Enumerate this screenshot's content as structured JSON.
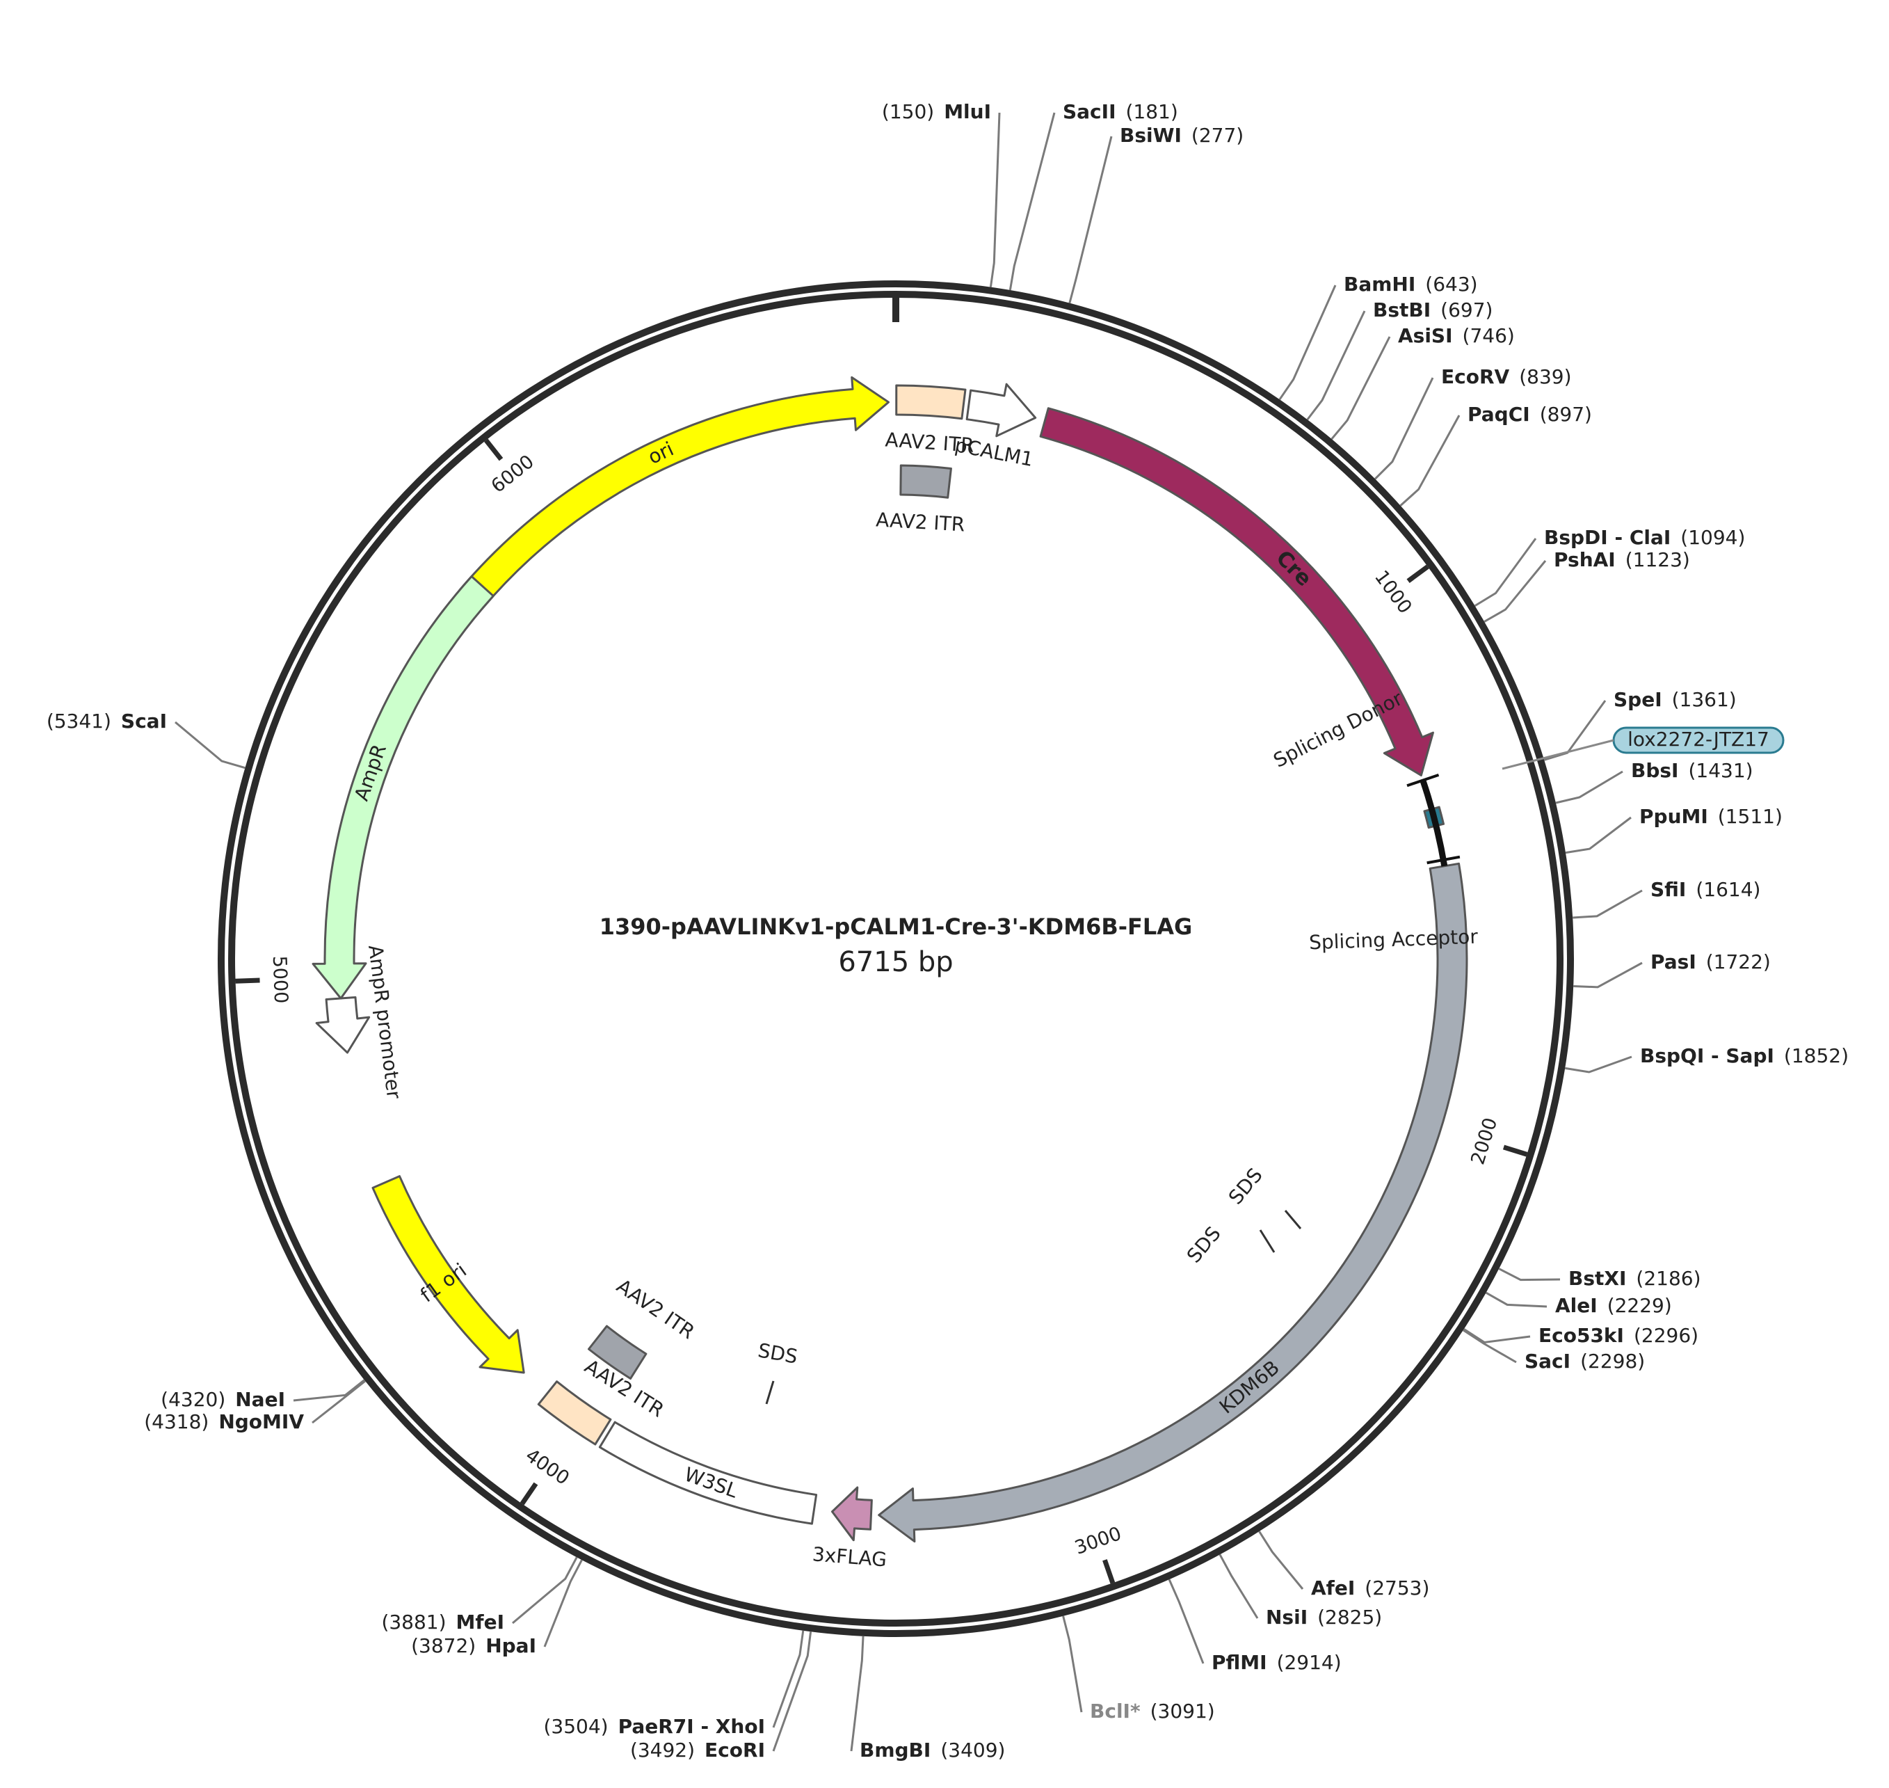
{
  "plasmid": {
    "name": "1390-pAAVLINKv1-pCALM1-Cre-3'-KDM6B-FLAG",
    "length_label": "6715 bp",
    "length_bp": 6715
  },
  "ticks": [
    {
      "bp": 1000,
      "label": "1000"
    },
    {
      "bp": 2000,
      "label": "2000"
    },
    {
      "bp": 3000,
      "label": "3000"
    },
    {
      "bp": 4000,
      "label": "4000"
    },
    {
      "bp": 5000,
      "label": "5000"
    },
    {
      "bp": 6000,
      "label": "6000"
    }
  ],
  "features": [
    {
      "id": "ori",
      "label": "ori",
      "start": 5786,
      "end": 6701,
      "direction": 1,
      "color": "#ffff00",
      "type": "arrow"
    },
    {
      "id": "aav2-itr-1",
      "label": "AAV2 ITR",
      "start": 1,
      "end": 130,
      "direction": 0,
      "color": "#ffe4c4",
      "type": "box"
    },
    {
      "id": "pcalm1",
      "label": "pCALM1",
      "start": 140,
      "end": 270,
      "direction": 1,
      "color": "#ffffff",
      "type": "arrow"
    },
    {
      "id": "aav2-itr-2",
      "label": "AAV2 ITR",
      "start": 11,
      "end": 120,
      "direction": 0,
      "color": "#a0a4ab",
      "type": "box"
    },
    {
      "id": "cre",
      "label": "Cre",
      "start": 289,
      "end": 1320,
      "direction": 1,
      "color": "#9e2a5e",
      "type": "arrow"
    },
    {
      "id": "lox2272",
      "label": "lox2272-JTZ17",
      "start": 1388,
      "end": 1421,
      "direction": 0,
      "color": "#2a7b90",
      "type": "box"
    },
    {
      "id": "kdm6b",
      "label": "KDM6B",
      "start": 1500,
      "end": 3390,
      "direction": 1,
      "color": "#a6adb6",
      "type": "arrow"
    },
    {
      "id": "3xflag",
      "label": "3xFLAG",
      "start": 3405,
      "end": 3480,
      "direction": 1,
      "color": "#c98fb3",
      "type": "arrow"
    },
    {
      "id": "w3sl",
      "label": "W3SL",
      "start": 3515,
      "end": 3940,
      "direction": 0,
      "color": "#ffffff",
      "type": "box"
    },
    {
      "id": "aav2-itr-3",
      "label": "AAV2 ITR",
      "start": 3950,
      "end": 4080,
      "direction": 0,
      "color": "#ffe4c4",
      "type": "box"
    },
    {
      "id": "aav2-itr-4",
      "label": "AAV2 ITR",
      "start": 3960,
      "end": 4070,
      "direction": 0,
      "color": "#a0a4ab",
      "type": "box"
    },
    {
      "id": "f1-ori",
      "label": "f1 ori",
      "start": 4140,
      "end": 4595,
      "direction": -1,
      "color": "#ffff00",
      "type": "arrow"
    },
    {
      "id": "ampr-promoter",
      "label": "AmpR promoter",
      "start": 4855,
      "end": 4960,
      "direction": -1,
      "color": "#ffffff",
      "type": "arrow"
    },
    {
      "id": "ampr",
      "label": "AmpR",
      "start": 4960,
      "end": 5820,
      "direction": -1,
      "color": "#ccffcc",
      "type": "arrow"
    }
  ],
  "other_labels": [
    {
      "id": "splicing-donor",
      "label": "Splicing Donor"
    },
    {
      "id": "splicing-acceptor",
      "label": "Splicing Acceptor"
    },
    {
      "id": "sds-1",
      "label": "SDS"
    },
    {
      "id": "sds-2",
      "label": "SDS"
    },
    {
      "id": "sds-3",
      "label": "SDS"
    }
  ],
  "sites": [
    {
      "enzyme": "MluI",
      "pos": "(150)",
      "bp": 150
    },
    {
      "enzyme": "SacII",
      "pos": "(181)",
      "bp": 181
    },
    {
      "enzyme": "BsiWI",
      "pos": "(277)",
      "bp": 277
    },
    {
      "enzyme": "BamHI",
      "pos": "(643)",
      "bp": 643
    },
    {
      "enzyme": "BstBI",
      "pos": "(697)",
      "bp": 697
    },
    {
      "enzyme": "AsiSI",
      "pos": "(746)",
      "bp": 746
    },
    {
      "enzyme": "EcoRV",
      "pos": "(839)",
      "bp": 839
    },
    {
      "enzyme": "PaqCI",
      "pos": "(897)",
      "bp": 897
    },
    {
      "enzyme": "BspDI - ClaI",
      "pos": "(1094)",
      "bp": 1094
    },
    {
      "enzyme": "PshAI",
      "pos": "(1123)",
      "bp": 1123
    },
    {
      "enzyme": "SpeI",
      "pos": "(1361)",
      "bp": 1361
    },
    {
      "enzyme": "BbsI",
      "pos": "(1431)",
      "bp": 1431
    },
    {
      "enzyme": "PpuMI",
      "pos": "(1511)",
      "bp": 1511
    },
    {
      "enzyme": "SfiI",
      "pos": "(1614)",
      "bp": 1614
    },
    {
      "enzyme": "PasI",
      "pos": "(1722)",
      "bp": 1722
    },
    {
      "enzyme": "BspQI - SapI",
      "pos": "(1852)",
      "bp": 1852
    },
    {
      "enzyme": "BstXI",
      "pos": "(2186)",
      "bp": 2186
    },
    {
      "enzyme": "AleI",
      "pos": "(2229)",
      "bp": 2229
    },
    {
      "enzyme": "Eco53kI",
      "pos": "(2296)",
      "bp": 2296
    },
    {
      "enzyme": "SacI",
      "pos": "(2298)",
      "bp": 2298
    },
    {
      "enzyme": "AfeI",
      "pos": "(2753)",
      "bp": 2753
    },
    {
      "enzyme": "NsiI",
      "pos": "(2825)",
      "bp": 2825
    },
    {
      "enzyme": "PflMI",
      "pos": "(2914)",
      "bp": 2914
    },
    {
      "enzyme": "BclI*",
      "pos": "(3091)",
      "bp": 3091,
      "color": "#888888"
    },
    {
      "enzyme": "BmgBI",
      "pos": "(3409)",
      "bp": 3409
    },
    {
      "enzyme": "EcoRI",
      "pos": "(3492)",
      "bp": 3492
    },
    {
      "enzyme": "PaeR7I - XhoI",
      "pos": "(3504)",
      "bp": 3504
    },
    {
      "enzyme": "HpaI",
      "pos": "(3872)",
      "bp": 3872
    },
    {
      "enzyme": "MfeI",
      "pos": "(3881)",
      "bp": 3881
    },
    {
      "enzyme": "NgoMIV",
      "pos": "(4318)",
      "bp": 4318
    },
    {
      "enzyme": "NaeI",
      "pos": "(4320)",
      "bp": 4320
    },
    {
      "enzyme": "ScaI",
      "pos": "(5341)",
      "bp": 5341
    }
  ]
}
